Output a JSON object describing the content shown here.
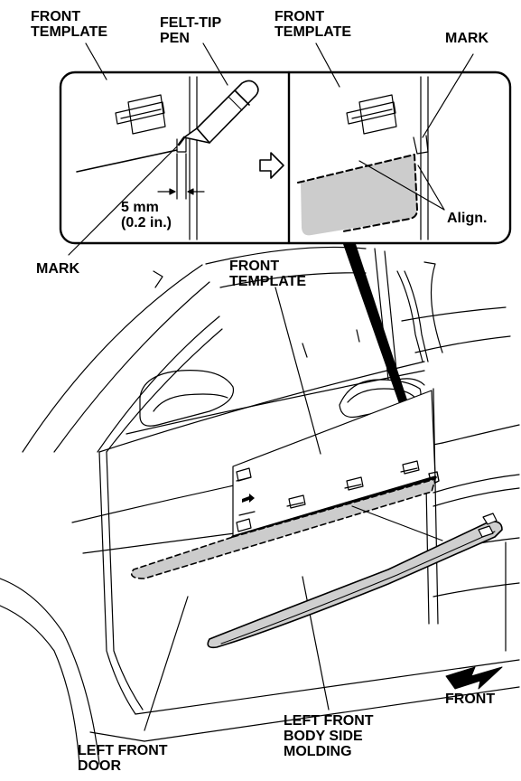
{
  "labels": {
    "front_template_left": [
      "FRONT",
      "TEMPLATE"
    ],
    "felt_tip_pen": [
      "FELT-TIP",
      "PEN"
    ],
    "front_template_right": [
      "FRONT",
      "TEMPLATE"
    ],
    "mark_top": "MARK",
    "align": "Align.",
    "dimension": [
      "5 mm",
      "(0.2 in.)"
    ],
    "mark_left": "MARK",
    "front_template_center": [
      "FRONT",
      "TEMPLATE"
    ],
    "front_arrow": "FRONT",
    "molding": [
      "LEFT FRONT",
      "BODY SIDE",
      "MOLDING"
    ],
    "door": [
      "LEFT FRONT",
      "DOOR"
    ]
  },
  "colors": {
    "line": "#000000",
    "shade": "#cccccc",
    "molding_fill": "#cfcfcf"
  }
}
